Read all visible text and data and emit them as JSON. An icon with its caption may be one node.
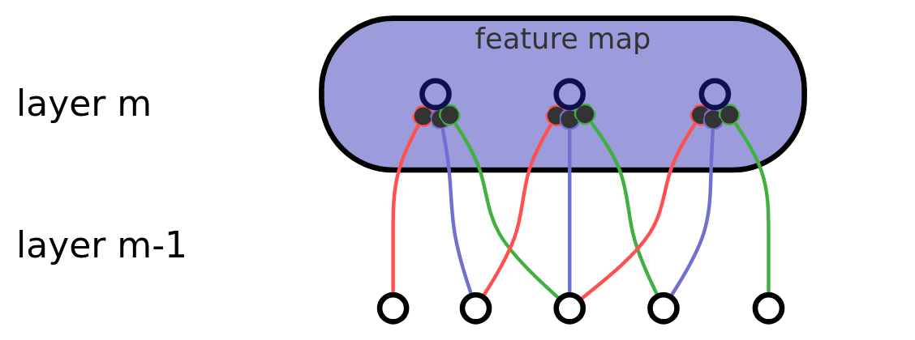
{
  "diagram": {
    "nodes": [
      {
        "text": [
          "feature map"
        ]
      },
      {
        "text": [],
        "shape": "circle",
        "in": 0
      },
      {
        "text": [],
        "shape": "circle",
        "in": 0
      },
      {
        "text": [],
        "shape": "circle",
        "in": 0
      },
      {
        "text": [],
        "shape": "circle"
      },
      {
        "text": [],
        "shape": "circle"
      },
      {
        "text": [],
        "shape": "circle"
      },
      {
        "text": [],
        "shape": "circle"
      },
      {
        "text": [],
        "shape": "circle"
      }
    ],
    "edges": [
      {
        "from": 4,
        "to": 1,
        "arrow": "other",
        "color": "#ff5050"
      },
      {
        "from": 5,
        "to": 1,
        "arrow": "other",
        "color": "#7070d0"
      },
      {
        "from": 6,
        "to": 1,
        "arrow": "other",
        "color": "#40b040"
      },
      {
        "from": 5,
        "to": 2,
        "arrow": "other",
        "color": "#ff5050"
      },
      {
        "from": 6,
        "to": 2,
        "arrow": "other",
        "color": "#7070d0"
      },
      {
        "from": 7,
        "to": 2,
        "arrow": "other",
        "color": "#40b040"
      },
      {
        "from": 6,
        "to": 3,
        "arrow": "other",
        "color": "#ff5050"
      },
      {
        "from": 7,
        "to": 3,
        "arrow": "other",
        "color": "#7070d0"
      },
      {
        "from": 8,
        "to": 3,
        "arrow": "other",
        "color": "#40b040"
      }
    ],
    "labels": [
      "layer m",
      "layer m-1"
    ]
  }
}
